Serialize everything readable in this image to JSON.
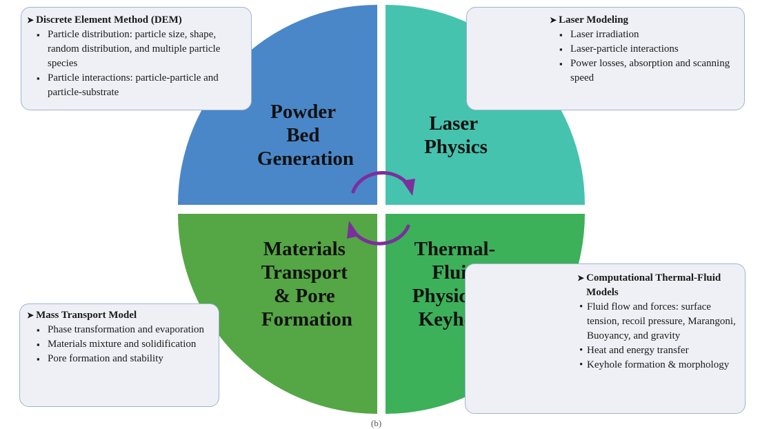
{
  "quadrants": {
    "top_left": {
      "lines": [
        "Powder",
        "Bed",
        "Generation"
      ],
      "color": "#4a87c8"
    },
    "top_right": {
      "lines": [
        "Laser",
        "Physics"
      ],
      "color": "#46c3ae"
    },
    "bottom_left": {
      "lines": [
        "Materials",
        "Transport",
        "& Pore",
        "Formation"
      ],
      "color": "#55a645"
    },
    "bottom_right": {
      "lines": [
        "Thermal-",
        "Fluid",
        "Physics &",
        "Keyholes"
      ],
      "color": "#3db05a"
    }
  },
  "cycle_arrow_color": "#7b2f9c",
  "boxes": {
    "dem": {
      "heading": "Discrete Element Method (DEM)",
      "items": [
        "Particle distribution: particle size, shape, random distribution, and multiple particle species",
        "Particle interactions: particle-particle and particle-substrate"
      ]
    },
    "laser": {
      "heading": "Laser Modeling",
      "items": [
        "Laser irradiation",
        "Laser-particle interactions",
        "Power losses, absorption and scanning speed"
      ]
    },
    "mass": {
      "heading": "Mass Transport Model",
      "items": [
        "Phase transformation and evaporation",
        "Materials mixture and solidification",
        "Pore formation and stability"
      ]
    },
    "ctf": {
      "heading": "Computational Thermal-Fluid Models",
      "items": [
        "Fluid flow and forces: surface tension, recoil pressure, Marangoni, Buoyancy, and gravity",
        "Heat and energy transfer",
        "Keyhole formation & morphology"
      ]
    }
  },
  "page_label": "(b)"
}
